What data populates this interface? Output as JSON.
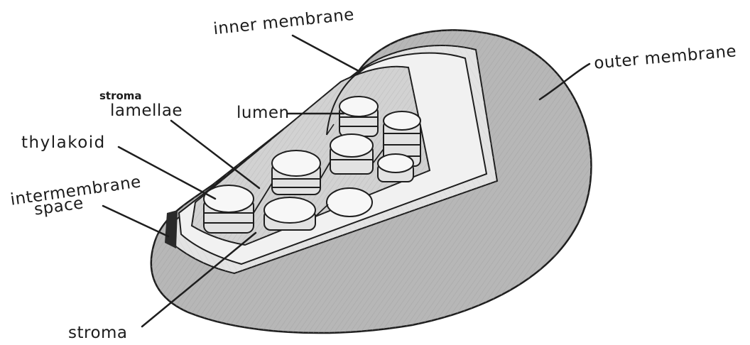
{
  "labels": {
    "inner_membrane": "inner membrane",
    "outer_membrane": "outer membrane",
    "stroma_lamellae_top": "stroma",
    "stroma_lamellae_bottom": "lamellae",
    "lumen": "lumen",
    "thylakoid": "thylakoid",
    "intermembrane_top": "intermembrane",
    "intermembrane_bottom": "space",
    "stroma": "stroma"
  },
  "colors": {
    "outline": "#1e1e1e",
    "outer_shade": "#b7b7b7",
    "outer_dark": "#8e8e8e",
    "inner_surface": "#e9e9e9",
    "stroma_fill": "#d2d2d2",
    "disc_fill": "#f7f7f7"
  }
}
